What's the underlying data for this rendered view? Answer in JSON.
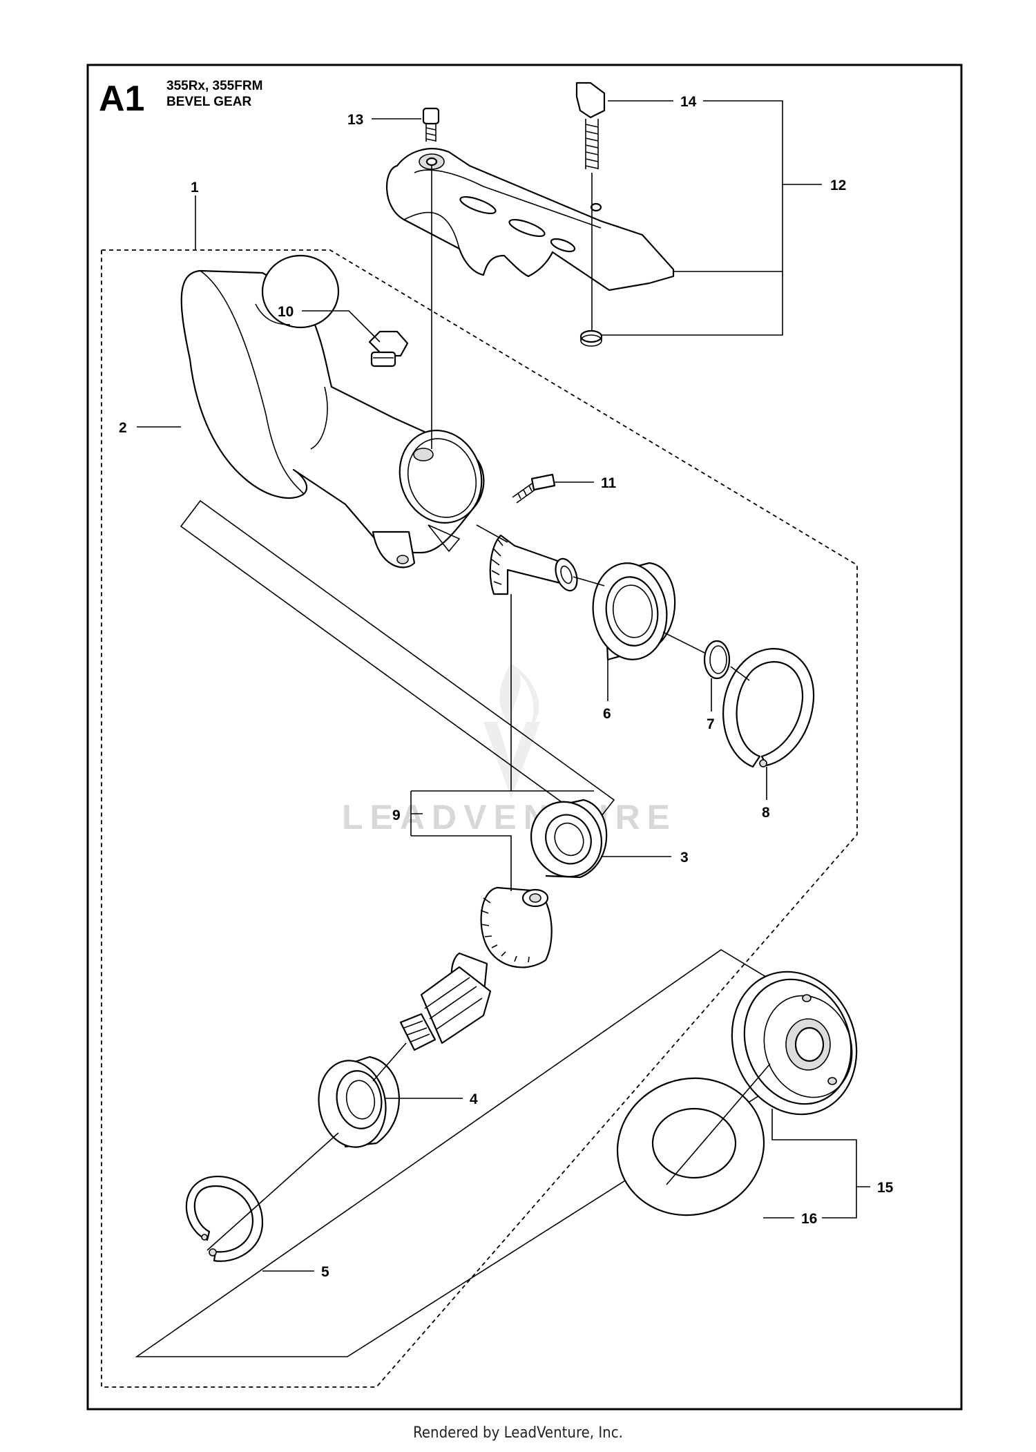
{
  "header": {
    "section_id": "A1",
    "models": "355Rx, 355FRM",
    "title": "BEVEL GEAR"
  },
  "watermark": "LEADVENTURE",
  "footer": "Rendered by LeadVenture, Inc.",
  "callouts": {
    "c1": "1",
    "c2": "2",
    "c3": "3",
    "c4": "4",
    "c5": "5",
    "c6": "6",
    "c7": "7",
    "c8": "8",
    "c9": "9",
    "c10": "10",
    "c11": "11",
    "c12": "12",
    "c13": "13",
    "c14": "14",
    "c15": "15",
    "c16": "16"
  }
}
